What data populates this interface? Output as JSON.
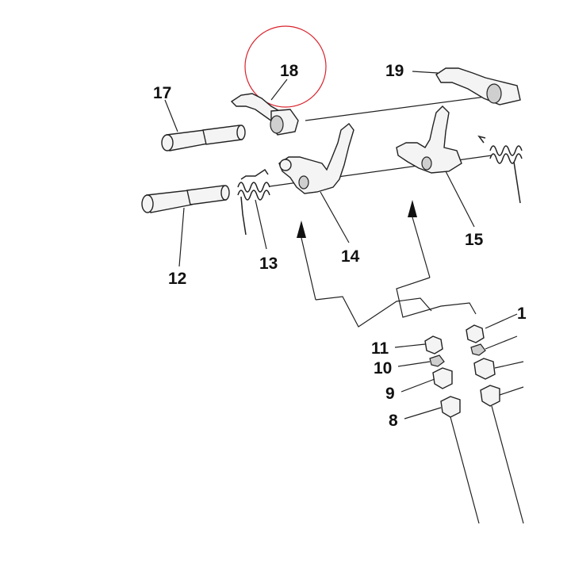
{
  "diagram": {
    "highlight_color": "#d9232d",
    "labels": {
      "p8": "8",
      "p9": "9",
      "p10": "10",
      "p11": "11",
      "p12": "12",
      "p13": "13",
      "p14": "14",
      "p15": "15",
      "p17": "17",
      "p18": "18",
      "p19": "19",
      "p1x": "1"
    }
  }
}
